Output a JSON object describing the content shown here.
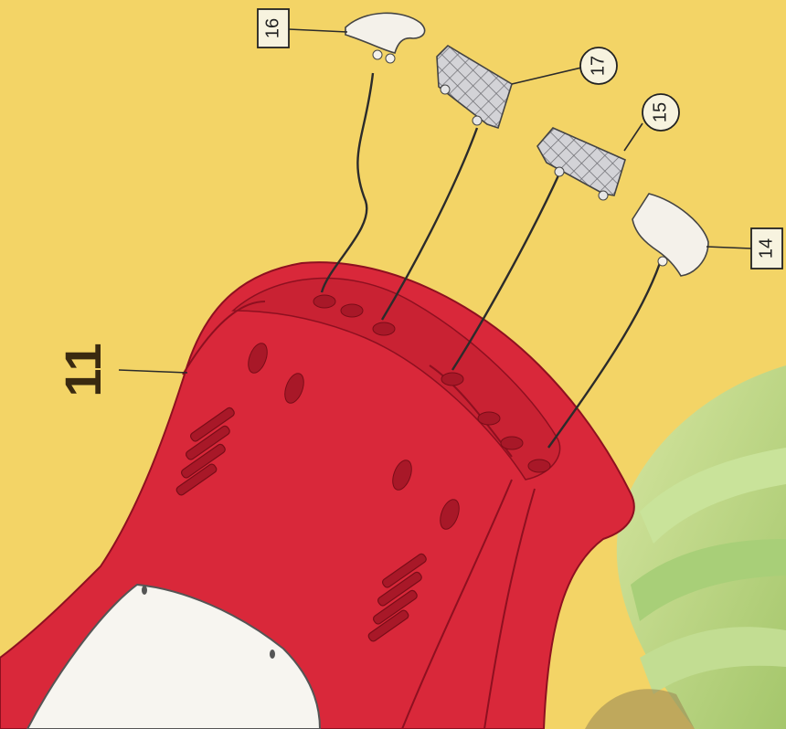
{
  "callouts": {
    "part_11": "11",
    "part_14": "14",
    "part_15": "15",
    "part_16": "16",
    "part_17": "17"
  },
  "colors": {
    "background": "#f3d466",
    "body_red": "#d9283a",
    "body_red_dark": "#b51d2e",
    "cap_white": "#f4f1ea",
    "grid_grey": "#b9b9bd",
    "stand_green": "#b8d98a"
  }
}
